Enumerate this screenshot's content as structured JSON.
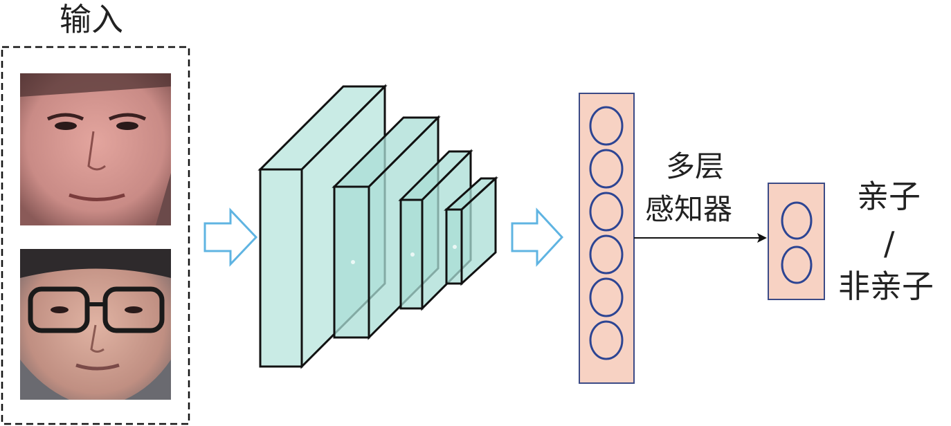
{
  "input_label": "输入",
  "mlp_label_line1": "多层",
  "mlp_label_line2": "感知器",
  "output_label_top": "亲子",
  "output_label_sep": "/",
  "output_label_bottom": "非亲子",
  "colors": {
    "block_fill": "#bfe7e1",
    "block_stroke": "#111111",
    "arrow": "#5fb4e2",
    "mlp_fill": "#f7d2c3",
    "mlp_stroke": "#3b4a86",
    "neuron_stroke": "#2d4593"
  },
  "mlp_neurons": 6,
  "output_neurons": 2
}
